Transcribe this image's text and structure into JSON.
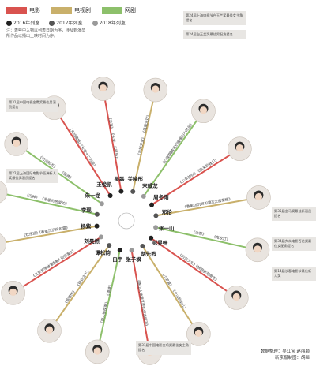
{
  "legend": {
    "items": [
      {
        "label": "电影",
        "color": "#d9534f"
      },
      {
        "label": "电视剧",
        "color": "#c9b06b"
      },
      {
        "label": "网剧",
        "color": "#8dc06b"
      }
    ],
    "markers": [
      {
        "label": "2016年列室",
        "color": "#222222"
      },
      {
        "label": "2017年列室",
        "color": "#555555"
      },
      {
        "label": "2018年列室",
        "color": "#9a9a9a"
      }
    ]
  },
  "note": "注：表些中入物以列表日期为序，涉及到演员所作品以播出上映时间为序。",
  "callouts": [
    {
      "text": "第31届中国电视金鹰奖最佳男演员提名"
    },
    {
      "text": "第24届上海电视节白玉兰奖最佳女主角提名"
    },
    {
      "text": "第24届白玉兰奖最佳男配角提名"
    },
    {
      "text": "第22届上海国际电影节亚洲新人奖最佳男演员提名"
    },
    {
      "text": "第35届金马奖最佳新演员提名"
    },
    {
      "text": "第34届大众电影百花奖最佳女配角提名"
    },
    {
      "text": "第31届中国电影金鸡奖最佳女主角提名"
    },
    {
      "text": "第14届长春电影节最佳新人奖"
    }
  ],
  "people": [
    {
      "name": "吴磊",
      "role": "电影",
      "works": [
        "《长安十二时辰》",
        "《沙海》"
      ]
    },
    {
      "name": "关晓彤",
      "role": "电视剧",
      "works": [
        "《吉祥天宝》",
        "《凤凰无双》"
      ]
    },
    {
      "name": "宋威龙",
      "role": "网剧",
      "works": [
        "《心理罪》",
        "《致我们暖暖的小时光》"
      ]
    },
    {
      "name": "周冬雨",
      "role": "电影",
      "works": [
        "《少年的你》",
        "《后来的我们》"
      ]
    },
    {
      "name": "邓伦",
      "role": "电视剧",
      "works": [
        "《香蜜沉沉烬如霜》",
        "《大唐荣耀》"
      ]
    },
    {
      "name": "张一山",
      "role": "网剧",
      "works": [
        "《余罪》",
        "《鬼吹灯》"
      ]
    },
    {
      "name": "彭昱畅",
      "role": "电影",
      "works": [
        "《闪光少女》",
        "《快把我哥带走》"
      ]
    },
    {
      "name": "胡先煦",
      "role": "电视剧",
      "works": [
        "《小欢喜》",
        "《大山的女儿》"
      ]
    },
    {
      "name": "张子枫",
      "role": "电影",
      "works": [
        "《唐山大地震》",
        "《悲伤逆流成河》"
      ]
    },
    {
      "name": "白宇",
      "role": "网剧",
      "works": [
        "《镇魂》",
        "《唐人街探案》"
      ]
    },
    {
      "name": "谭松韵",
      "role": "电视剧",
      "works": [
        "《锦衣之下》",
        "《甄嬛传》"
      ]
    },
    {
      "name": "刘昊然",
      "role": "电影",
      "works": [
        "《唐人街探案2》",
        "《北京爱情故事》"
      ]
    },
    {
      "name": "杨紫",
      "role": "电视剧",
      "works": [
        "《香蜜沉沉烬如霜》",
        "《欢乐颂》"
      ]
    },
    {
      "name": "李现",
      "role": "网剧",
      "works": [
        "《亲爱的热爱的》",
        "《河神》"
      ]
    },
    {
      "name": "朱一龙",
      "role": "网剧",
      "works": [
        "《镇魂》",
        "《知否知否》"
      ]
    },
    {
      "name": "王俊凯",
      "role": "电影",
      "works": [
        "《长安十二时辰》",
        "《天坑鹰猎》"
      ]
    }
  ],
  "credit": {
    "line1": "数据整理：吴江宝 赵丽颖",
    "line2": "新京报制图：胡继"
  }
}
